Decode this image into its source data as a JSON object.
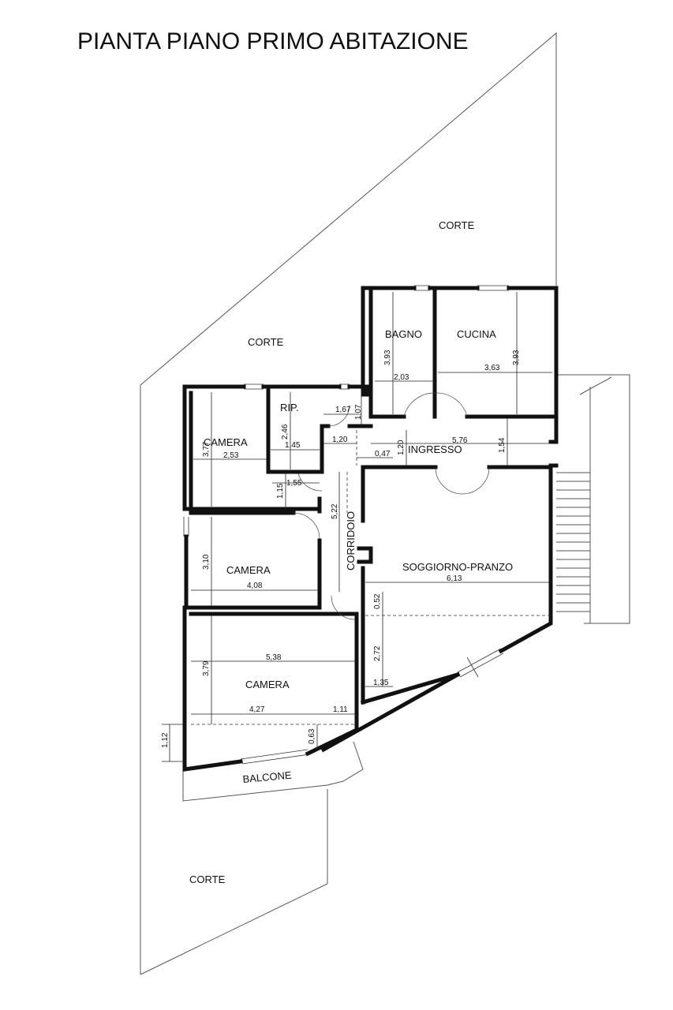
{
  "title": "PIANTA PIANO PRIMO ABITAZIONE",
  "rooms": {
    "corte_top": "CORTE",
    "corte_left": "CORTE",
    "corte_bottom": "CORTE",
    "bagno": "BAGNO",
    "cucina": "CUCINA",
    "rip": "RIP.",
    "camera1": "CAMERA",
    "camera2": "CAMERA",
    "camera3": "CAMERA",
    "ingresso": "INGRESSO",
    "corridoio": "CORRIDOIO",
    "soggiorno": "SOGGIORNO-PRANZO",
    "balcone": "BALCONE"
  },
  "dims": {
    "bagno_h": "3,93",
    "bagno_w": "2,03",
    "cucina_w": "3,63",
    "cucina_h": "3,93",
    "rip_h": "2,46",
    "rip_w": "1,45",
    "d_167": "1,67",
    "d_107": "1,07",
    "d_120a": "1,20",
    "d_047": "0,47",
    "d_120b": "1,20",
    "ingresso_w": "5,76",
    "ingresso_h": "1,54",
    "camera1_h": "3,77",
    "camera1_w": "2,53",
    "d_155": "1,55",
    "d_115": "1,15",
    "corridoio_h": "5,22",
    "camera2_h": "3,10",
    "camera2_w": "4,08",
    "soggiorno_w": "6,13",
    "d_052": "0,52",
    "d_272": "2,72",
    "d_135": "1,35",
    "camera3_h": "3,79",
    "camera3_w": "5,38",
    "d_427": "4,27",
    "d_111": "1,11",
    "d_112": "1,12",
    "d_063": "0,63"
  }
}
